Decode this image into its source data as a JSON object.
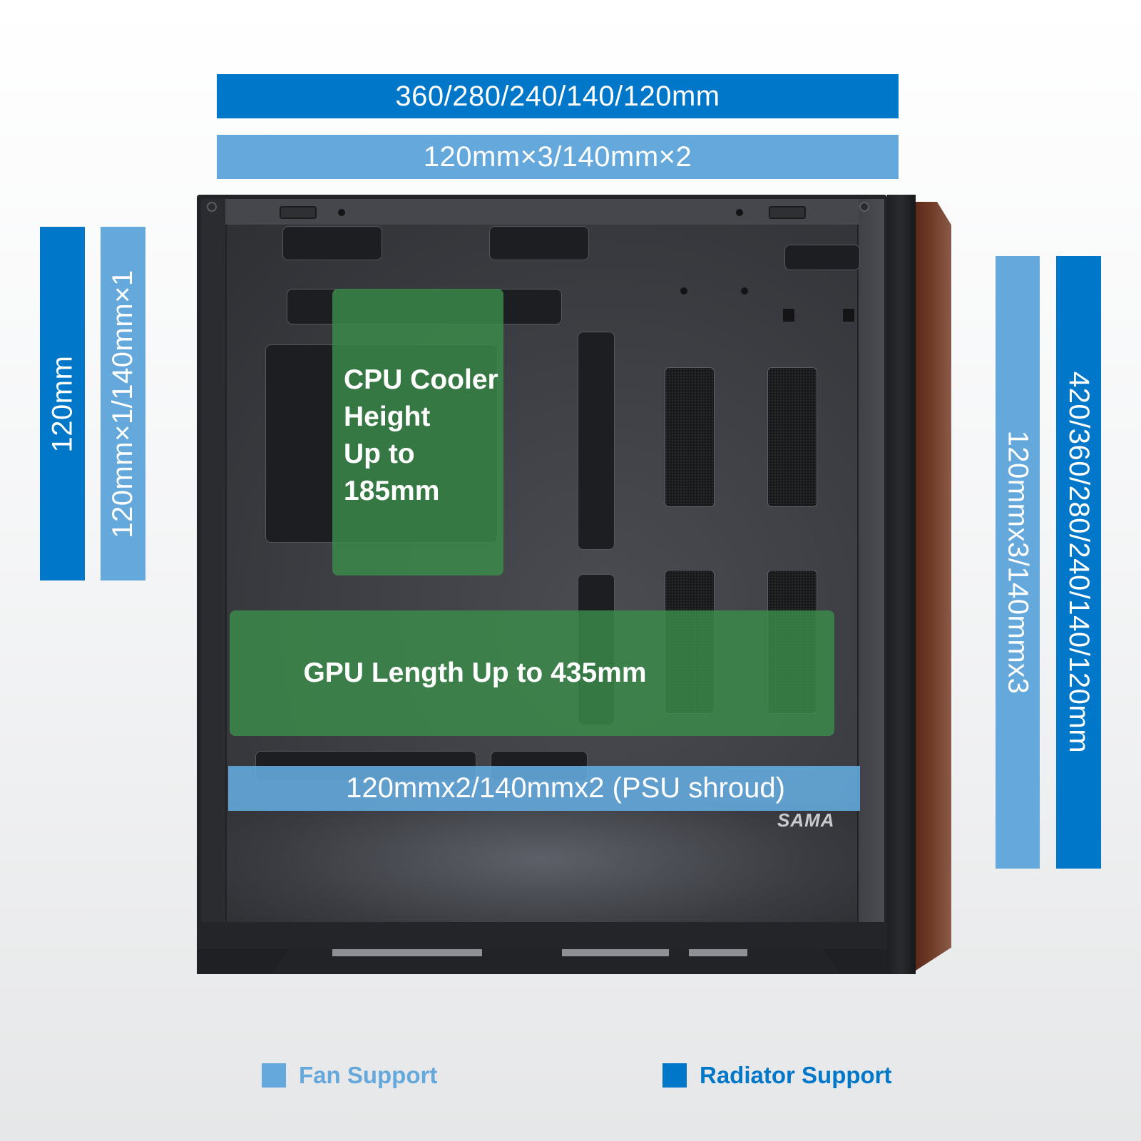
{
  "top": {
    "radiator_label": "360/280/240/140/120mm",
    "fan_label": "120mm×3/140mm×2"
  },
  "rear": {
    "radiator_label": "120mm",
    "fan_label": "120mm×1/140mm×1"
  },
  "front": {
    "fan_label": "120mmx3/140mmx3",
    "radiator_label": "420/360/280/240/140/120mm"
  },
  "bottom": {
    "fan_label": "120mmx2/140mmx2 (PSU shroud)"
  },
  "cpu_cooler": {
    "lines": [
      "CPU Cooler",
      "Height",
      "Up to",
      "185mm"
    ]
  },
  "gpu": {
    "label": "GPU Length Up to 435mm"
  },
  "brand": "SAMA",
  "legend": [
    {
      "label": "Fan Support",
      "color": "#64a8dc"
    },
    {
      "label": "Radiator Support",
      "color": "#0077c8"
    }
  ],
  "colors": {
    "radiator": "#0077c8",
    "fan": "#64a8dc",
    "clearance": "#3c8c4b"
  }
}
